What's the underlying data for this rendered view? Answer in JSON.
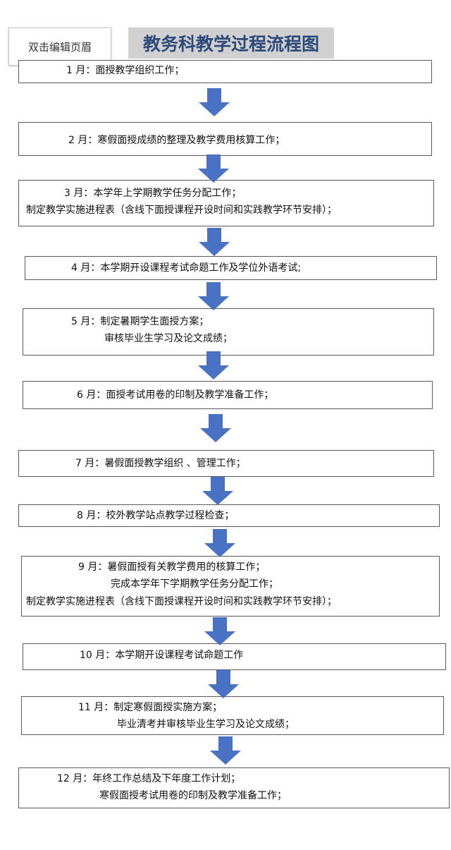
{
  "header_tab": "双击编辑页眉",
  "title": "教务科教学过程流程图",
  "months": [
    {
      "lines": [
        "1 月：面授教学组织工作；"
      ]
    },
    {
      "lines": [
        "2 月：寒假面授成绩的整理及教学费用核算工作；"
      ]
    },
    {
      "lines": [
        "3 月：本学年上学期教学任务分配工作；",
        "制定教学实施进程表（含线下面授课程开设时间和实践教学环节安排）；"
      ]
    },
    {
      "lines": [
        "4 月：本学期开设课程考试命题工作及学位外语考试;"
      ]
    },
    {
      "lines": [
        "5 月：制定暑期学生面授方案；",
        "审核毕业生学习及论文成绩；"
      ]
    },
    {
      "lines": [
        "6 月：面授考试用卷的印制及教学准备工作；"
      ]
    },
    {
      "lines": [
        "7 月：暑假面授教学组织 、管理工作；"
      ]
    },
    {
      "lines": [
        "8 月：校外教学站点教学过程检查；"
      ]
    },
    {
      "lines": [
        "9 月：暑假面授有关教学费用的核算工作；",
        "完成本学年下学期教学任务分配工作；",
        "制定教学实施进程表（含线下面授课程开设时间和实践教学环节安排）；"
      ]
    },
    {
      "lines": [
        "10 月：本学期开设课程考试命题工作"
      ]
    },
    {
      "lines": [
        "11 月：制定寒假面授实施方案；",
        "毕业清考并审核毕业生学习及论文成绩；"
      ]
    },
    {
      "lines": [
        "12 月：年终工作总结及下年度工作计划；",
        "寒假面授考试用卷的印制及教学准备工作；"
      ]
    }
  ],
  "colors": {
    "arrow": "#4a72c4",
    "title_text": "#2e4a7a",
    "title_bg": "#d0d0d0"
  }
}
